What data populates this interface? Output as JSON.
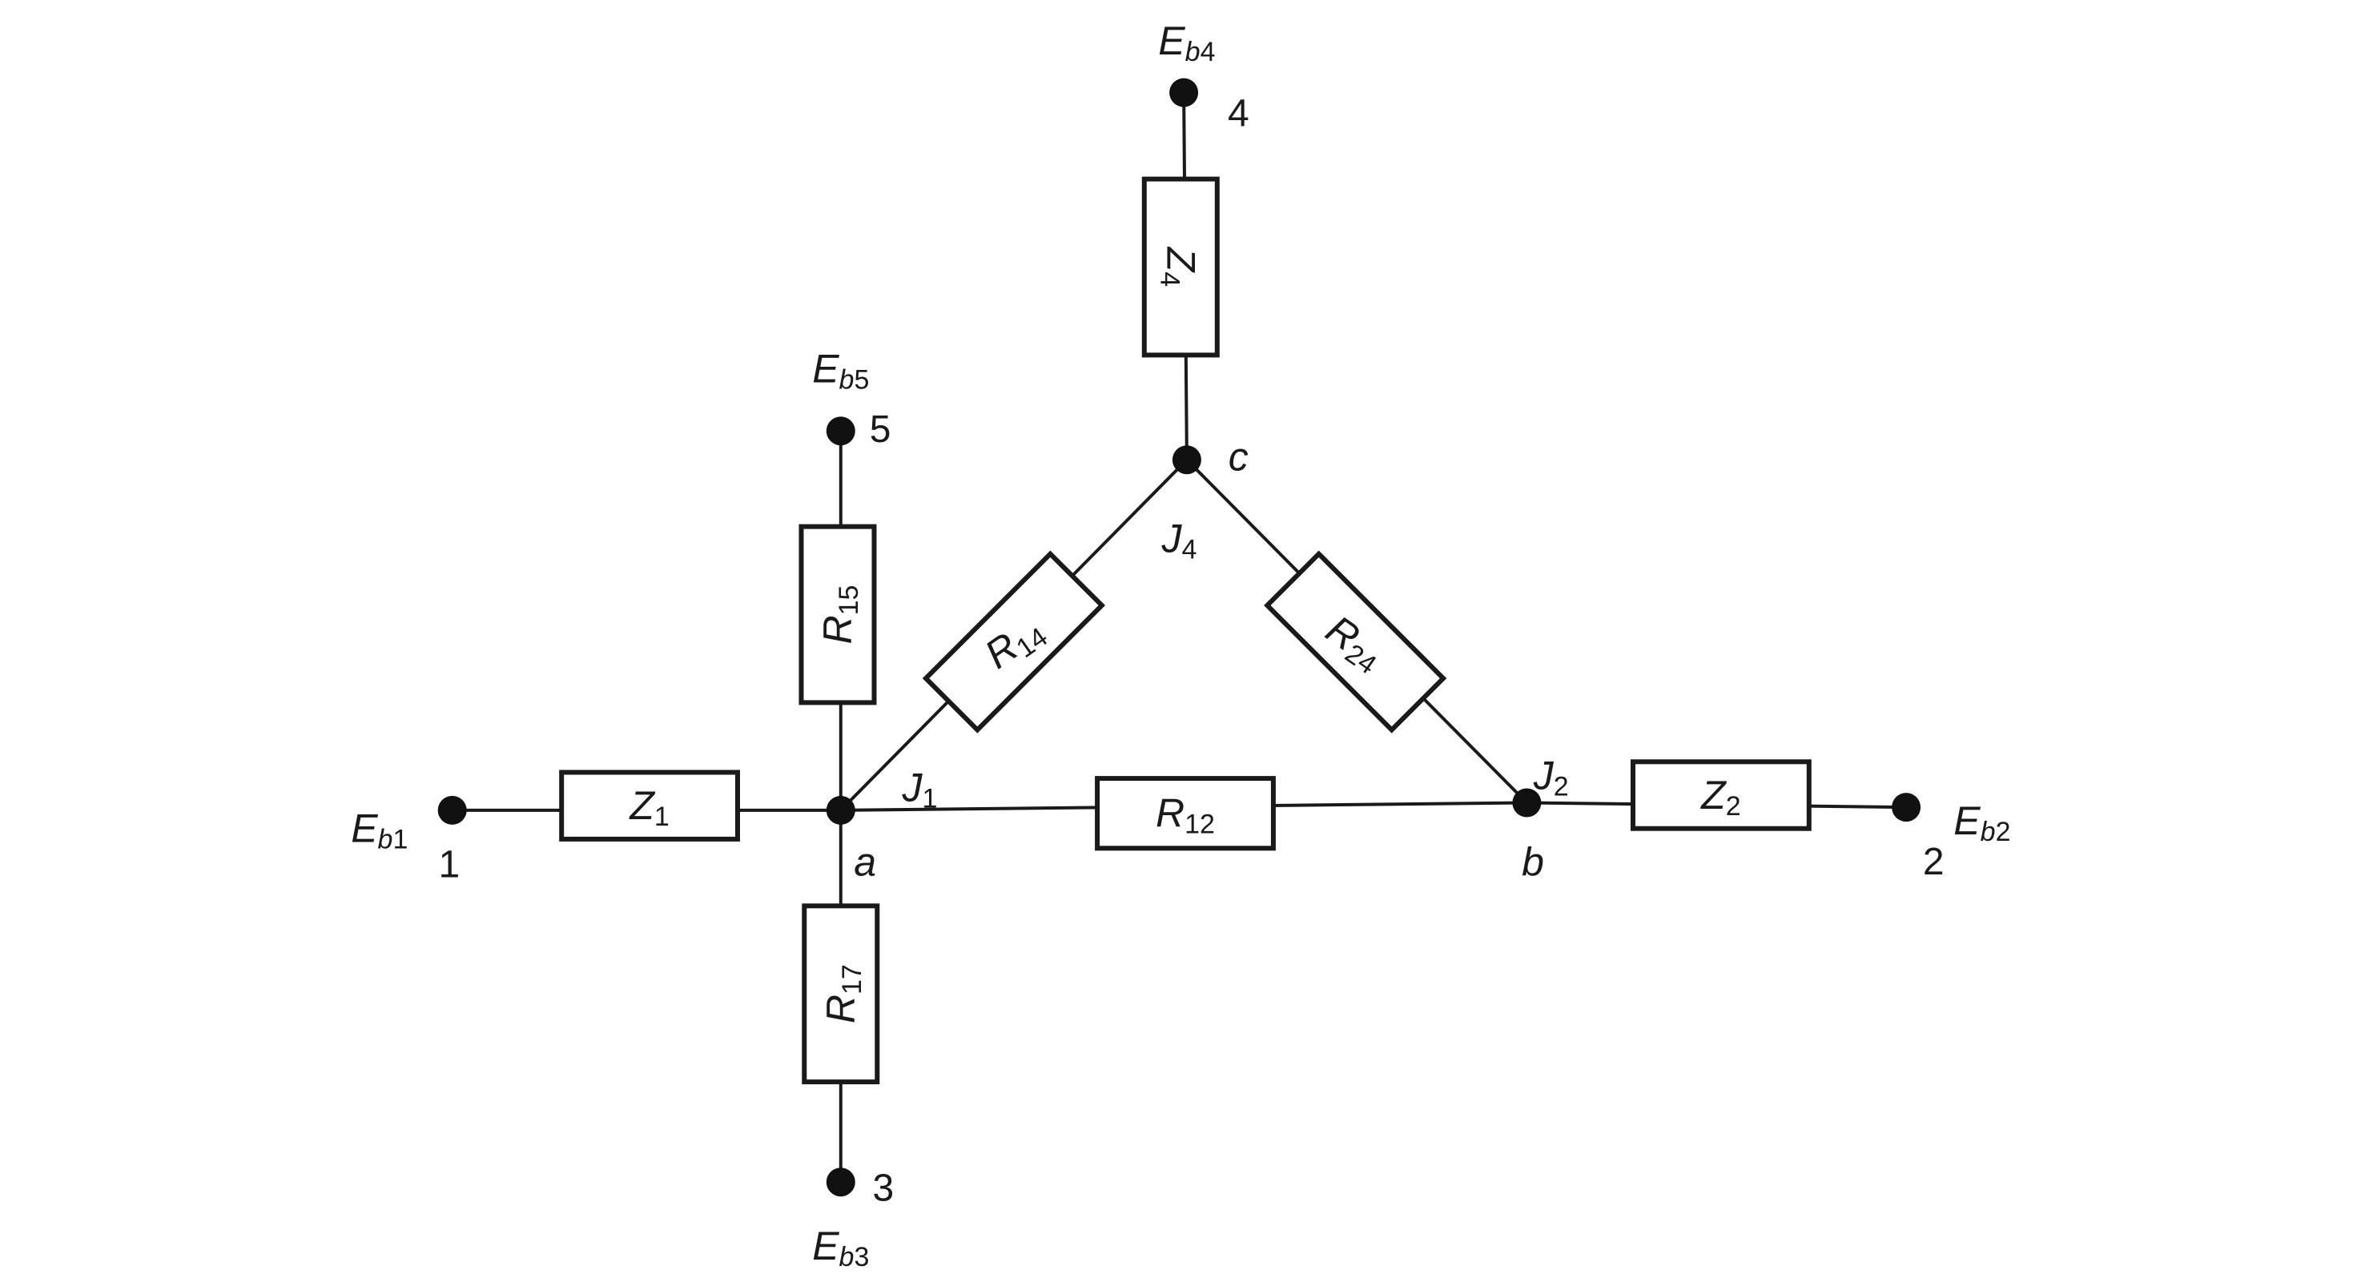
{
  "terminals": [
    {
      "id": "1",
      "number": "1",
      "source": {
        "main": "E",
        "sub_italic": "b",
        "sub_plain": "1"
      }
    },
    {
      "id": "2",
      "number": "2",
      "source": {
        "main": "E",
        "sub_italic": "b",
        "sub_plain": "2"
      }
    },
    {
      "id": "3",
      "number": "3",
      "source": {
        "main": "E",
        "sub_italic": "b",
        "sub_plain": "3"
      }
    },
    {
      "id": "4",
      "number": "4",
      "source": {
        "main": "E",
        "sub_italic": "b",
        "sub_plain": "4"
      }
    },
    {
      "id": "5",
      "number": "5",
      "source": {
        "main": "E",
        "sub_italic": "b",
        "sub_plain": "5"
      }
    }
  ],
  "nodes": [
    {
      "id": "a",
      "label": "a",
      "junction": {
        "main": "J",
        "sub": "1"
      }
    },
    {
      "id": "b",
      "label": "b",
      "junction": {
        "main": "J",
        "sub": "2"
      }
    },
    {
      "id": "c",
      "label": "c",
      "junction": {
        "main": "J",
        "sub": "4"
      }
    }
  ],
  "elements": [
    {
      "id": "Z1",
      "main": "Z",
      "sub": "1",
      "from": "1",
      "to": "a"
    },
    {
      "id": "Z2",
      "main": "Z",
      "sub": "2",
      "from": "b",
      "to": "2"
    },
    {
      "id": "Z4",
      "main": "Z",
      "sub": "4",
      "from": "c",
      "to": "4"
    },
    {
      "id": "R12",
      "main": "R",
      "sub": "12",
      "from": "a",
      "to": "b"
    },
    {
      "id": "R14",
      "main": "R",
      "sub": "14",
      "from": "a",
      "to": "c"
    },
    {
      "id": "R24",
      "main": "R",
      "sub": "24",
      "from": "c",
      "to": "b"
    },
    {
      "id": "R15",
      "main": "R",
      "sub": "15",
      "from": "a",
      "to": "5"
    },
    {
      "id": "R17",
      "main": "R",
      "sub": "17",
      "from": "a",
      "to": "3"
    }
  ]
}
